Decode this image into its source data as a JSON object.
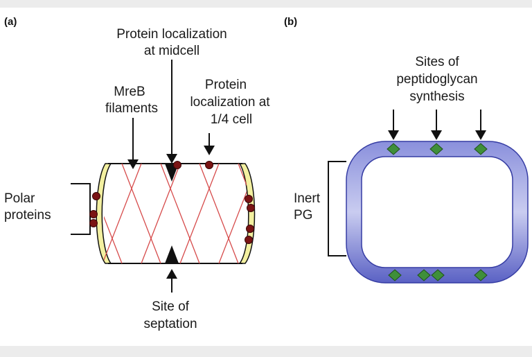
{
  "panel_a": {
    "letter": "(a)",
    "label_midcell_1": "Protein localization",
    "label_midcell_2": "at midcell",
    "label_mreb_1": "MreB",
    "label_mreb_2": "filaments",
    "label_quarter_1": "Protein",
    "label_quarter_2": "localization at",
    "label_quarter_3": "1/4 cell",
    "label_polar_1": "Polar",
    "label_polar_2": "proteins",
    "label_septation_1": "Site of",
    "label_septation_2": "septation"
  },
  "panel_b": {
    "letter": "(b)",
    "label_sites_1": "Sites of",
    "label_sites_2": "peptidoglycan",
    "label_sites_3": "synthesis",
    "label_inert_1": "Inert",
    "label_inert_2": "PG"
  },
  "colors": {
    "filament": "#d64a4a",
    "protein_dot": "#7a1414",
    "pole_cap": "#f3f0a0",
    "cell_wall_blue": "#4b53b8",
    "cell_wall_light": "#b7bce8",
    "synthesis_site": "#3f8f3a"
  }
}
